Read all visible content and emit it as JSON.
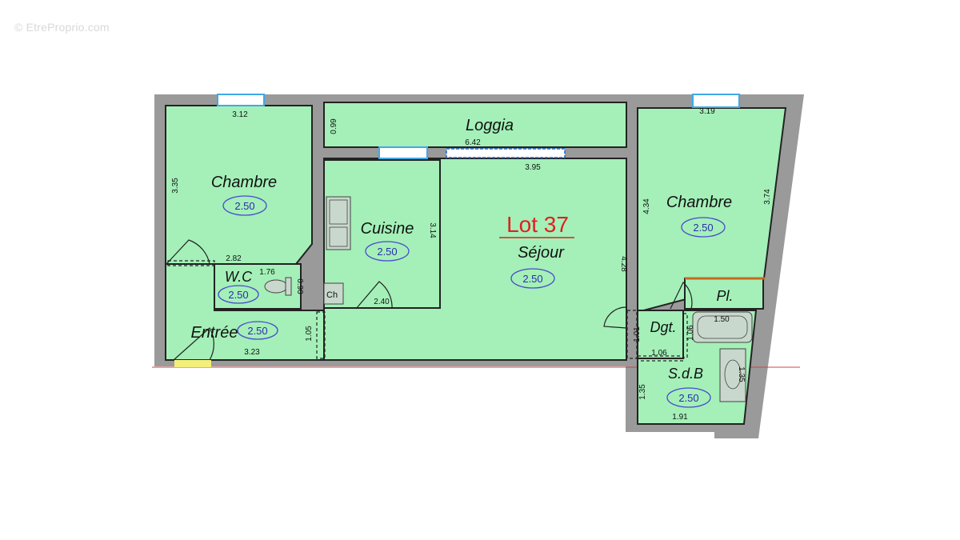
{
  "watermark": "© EtreProprio.com",
  "lot": "Lot 37",
  "colors": {
    "room": "#a4f0b8",
    "wall": "#9a9a9a",
    "lot": "#e02020",
    "height": "#2c2cb0"
  },
  "rooms": {
    "chambre_left": {
      "name": "Chambre",
      "height": "2.50"
    },
    "loggia": {
      "name": "Loggia"
    },
    "cuisine": {
      "name": "Cuisine",
      "height": "2.50"
    },
    "sejour": {
      "name": "Séjour",
      "height": "2.50"
    },
    "chambre_right": {
      "name": "Chambre",
      "height": "2.50"
    },
    "wc": {
      "name": "W.C",
      "height": "2.50"
    },
    "entree": {
      "name": "Entrée",
      "height": "2.50"
    },
    "placard": {
      "name": "Pl."
    },
    "degagement": {
      "name": "Dgt."
    },
    "sdb": {
      "name": "S.d.B",
      "height": "2.50"
    },
    "fridge_label": "Ch"
  },
  "dimensions": {
    "chambre_left_w": "3.12",
    "chambre_left_h": "3.35",
    "chambre_left_bottom": "2.82",
    "loggia_h": "0.99",
    "loggia_w": "6.42",
    "sejour_w": "3.95",
    "sejour_h": "4.28",
    "cuisine_h": "3.14",
    "cuisine_w": "2.40",
    "chambre_right_w": "3.19",
    "chambre_right_h_left": "4.34",
    "chambre_right_h_right": "3.74",
    "wc_w": "1.76",
    "wc_h": "0.90",
    "entree_w": "3.23",
    "entree_h": "1.05",
    "dgt_h1": "1.01",
    "dgt_w": "1.06",
    "dgt_h2": "1.06",
    "bath_w": "1.50",
    "sdb_h": "1.35",
    "sdb_w": "1.91",
    "sdb_h2": "1.35"
  }
}
